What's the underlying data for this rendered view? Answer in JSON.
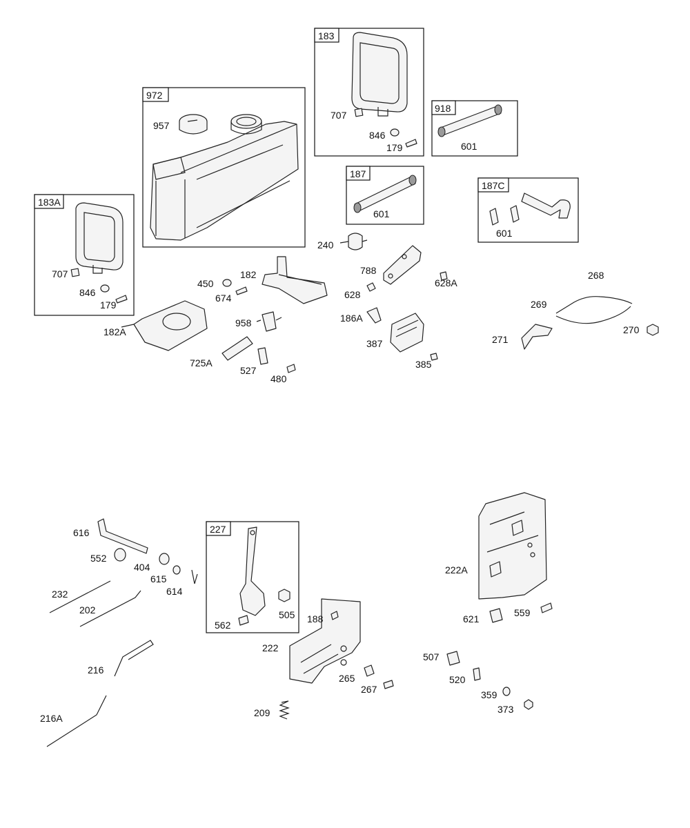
{
  "boxes": {
    "b972": "972",
    "b183": "183",
    "b918": "918",
    "b187": "187",
    "b187C": "187C",
    "b183A": "183A",
    "b227": "227"
  },
  "labels": {
    "l957": "957",
    "l707a": "707",
    "l846a": "846",
    "l179a": "179",
    "l601a": "601",
    "l601b": "601",
    "l601c": "601",
    "l707b": "707",
    "l846b": "846",
    "l179b": "179",
    "l240": "240",
    "l788": "788",
    "l628": "628",
    "l628A": "628A",
    "l450": "450",
    "l674": "674",
    "l182": "182",
    "l182A": "182A",
    "l958": "958",
    "l725A": "725A",
    "l527": "527",
    "l480": "480",
    "l186A": "186A",
    "l387": "387",
    "l385": "385",
    "l268": "268",
    "l269": "269",
    "l271": "271",
    "l270": "270",
    "l616": "616",
    "l552": "552",
    "l404": "404",
    "l615": "615",
    "l614": "614",
    "l232": "232",
    "l202": "202",
    "l216": "216",
    "l216A": "216A",
    "l562": "562",
    "l505": "505",
    "l188": "188",
    "l222": "222",
    "l265": "265",
    "l267": "267",
    "l209": "209",
    "l222A": "222A",
    "l621": "621",
    "l559": "559",
    "l507": "507",
    "l520": "520",
    "l359": "359",
    "l373": "373"
  }
}
